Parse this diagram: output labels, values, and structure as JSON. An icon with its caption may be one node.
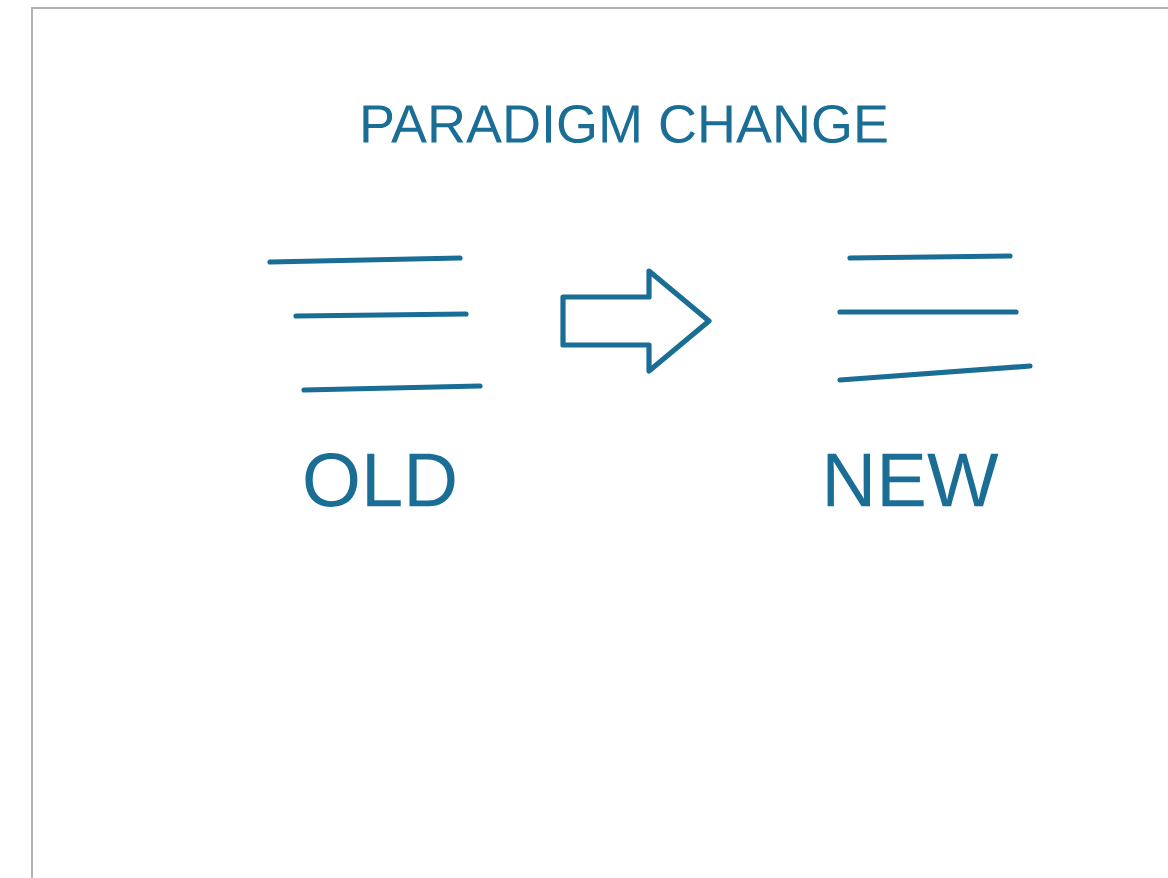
{
  "diagram": {
    "title": "PARADIGM CHANGE",
    "nodes": [
      {
        "text": [],
        "shape": "lines",
        "beside": [
          "OLD"
        ]
      },
      {
        "text": [],
        "shape": "lines",
        "beside": [
          "NEW"
        ]
      }
    ],
    "edges": [
      {
        "from": 0,
        "to": 1,
        "arrow": "to"
      }
    ]
  }
}
